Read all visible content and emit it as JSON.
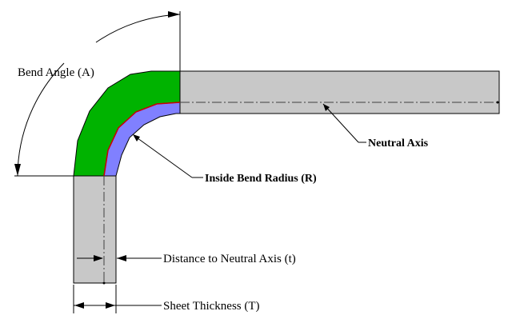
{
  "labels": {
    "bend_angle": "Bend Angle (A)",
    "neutral_axis": "Neutral Axis",
    "inside_bend_radius": "Inside Bend Radius (R)",
    "distance_to_neutral_axis": "Distance to Neutral Axis (t)",
    "sheet_thickness": "Sheet Thickness (T)"
  },
  "colors": {
    "flange_fill": "#c8c8c8",
    "bend_outer_fill": "#00b300",
    "bend_inner_fill": "#8080ff",
    "inner_edge": "#cc0000",
    "line": "#000000"
  }
}
